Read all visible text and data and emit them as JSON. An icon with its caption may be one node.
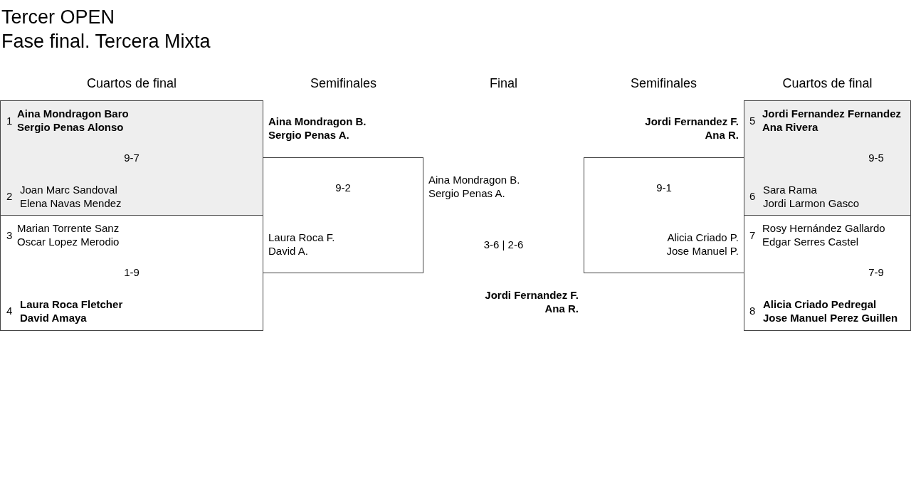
{
  "diagram": {
    "title": "Tercer OPEN",
    "nodes": [
      {
        "text": [
          "1",
          "Aina Mondragon Baro",
          "Sergio Penas Alonso",
          "9-7",
          "2",
          "Joan Marc Sandoval",
          "Elena Navas Mendez"
        ]
      },
      {
        "text": [
          "3",
          "Marian Torrente Sanz",
          "Oscar Lopez Merodio",
          "1-9",
          "4",
          "Laura Roca Fletcher",
          "David Amaya"
        ]
      },
      {
        "text": [
          "9-2",
          "Laura Roca F.",
          "David A."
        ]
      },
      {
        "text": [
          "9-1",
          "Alicia Criado P.",
          "Jose Manuel P."
        ]
      },
      {
        "text": [
          "5",
          "Jordi Fernandez Fernandez",
          "Ana Rivera",
          "9-5",
          "6",
          "Sara Rama",
          "Jordi Larmon Gasco"
        ]
      },
      {
        "text": [
          "7",
          "Rosy Hernández Gallardo",
          "Edgar Serres Castel",
          "7-9",
          "8",
          "Alicia Criado Pedregal",
          "Jose Manuel Perez Guillen"
        ]
      }
    ],
    "labels": [
      "Fase final. Tercera Mixta",
      "Cuartos de final",
      "Semifinales",
      "Final",
      "Semifinales",
      "Cuartos de final",
      "Aina Mondragon B.",
      "Sergio Penas A.",
      "Jordi Fernandez F.",
      "Ana R.",
      "Aina Mondragon B.",
      "Sergio Penas A.",
      "3-6 | 2-6",
      "Jordi Fernandez F.",
      "Ana R."
    ]
  }
}
